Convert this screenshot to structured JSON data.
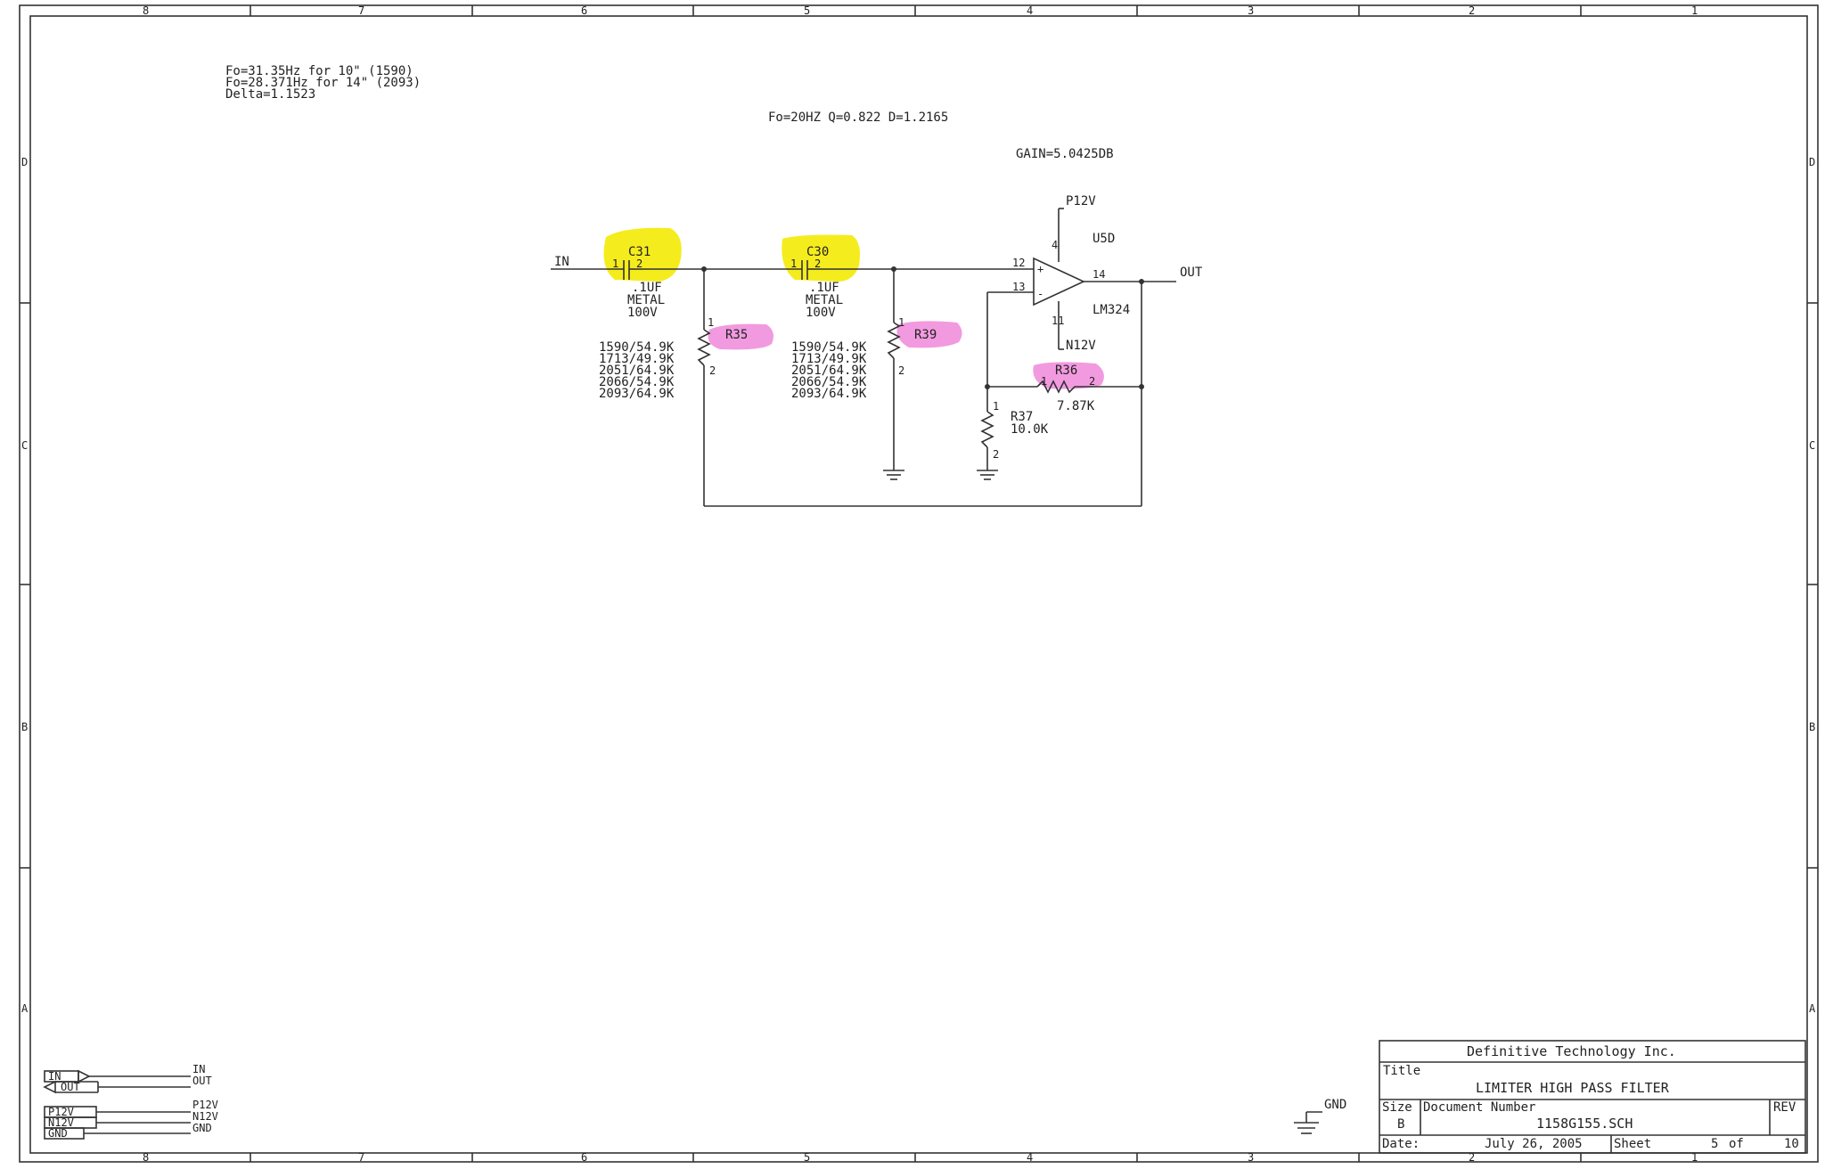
{
  "sheet": {
    "columns_top": [
      "8",
      "7",
      "6",
      "5",
      "4",
      "3",
      "2",
      "1"
    ],
    "columns_bottom": [
      "8",
      "7",
      "6",
      "5",
      "4",
      "3",
      "2",
      "1"
    ],
    "rows": [
      "D",
      "C",
      "B",
      "A"
    ]
  },
  "notes": {
    "line1": "Fo=31.35Hz for 10\" (1590)",
    "line2": "Fo=28.371Hz for 14\" (2093)",
    "line3": "Delta=1.1523",
    "filter": "Fo=20HZ Q=0.822 D=1.2165",
    "gain": "GAIN=5.0425DB"
  },
  "components": {
    "c31": {
      "ref": "C31",
      "value": ".1UF",
      "type": "METAL",
      "voltage": "100V",
      "pin1": "1",
      "pin2": "2"
    },
    "c30": {
      "ref": "C30",
      "value": ".1UF",
      "type": "METAL",
      "voltage": "100V",
      "pin1": "1",
      "pin2": "2"
    },
    "r35": {
      "ref": "R35",
      "pin1": "1",
      "pin2": "2",
      "values": [
        "1590/54.9K",
        "1713/49.9K",
        "2051/64.9K",
        "2066/54.9K",
        "2093/64.9K"
      ]
    },
    "r39": {
      "ref": "R39",
      "pin1": "1",
      "pin2": "2",
      "values": [
        "1590/54.9K",
        "1713/49.9K",
        "2051/64.9K",
        "2066/54.9K",
        "2093/64.9K"
      ]
    },
    "r36": {
      "ref": "R36",
      "value": "7.87K",
      "pin1": "1",
      "pin2": "2"
    },
    "r37": {
      "ref": "R37",
      "value": "10.0K",
      "pin1": "1",
      "pin2": "2"
    },
    "u5d": {
      "ref": "U5D",
      "part": "LM324",
      "pin_pos": "12",
      "pin_neg": "13",
      "pin_out": "14",
      "pin_vcc": "4",
      "pin_vee": "11",
      "vcc": "P12V",
      "vee": "N12V"
    }
  },
  "nets": {
    "in": "IN",
    "out": "OUT",
    "gnd": "GND"
  },
  "ports": [
    {
      "box": "IN",
      "label": "IN"
    },
    {
      "box": "OUT",
      "label": "OUT"
    },
    {
      "box": "P12V",
      "label": "P12V"
    },
    {
      "box": "N12V",
      "label": "N12V"
    },
    {
      "box": "GND",
      "label": "GND"
    }
  ],
  "titleblock": {
    "company": "Definitive Technology Inc.",
    "title_label": "Title",
    "title": "LIMITER HIGH PASS FILTER",
    "size_label": "Size",
    "size": "B",
    "docnum_label": "Document Number",
    "docnum": "1158G155.SCH",
    "rev_label": "REV",
    "date_label": "Date:",
    "date": "July 26, 2005",
    "sheet_label": "Sheet",
    "sheet": "5",
    "of_label": "of",
    "total": "10"
  },
  "colors": {
    "highlight_yellow": "#f5ec1d",
    "highlight_pink": "#f29ae0",
    "ink": "#333333"
  }
}
